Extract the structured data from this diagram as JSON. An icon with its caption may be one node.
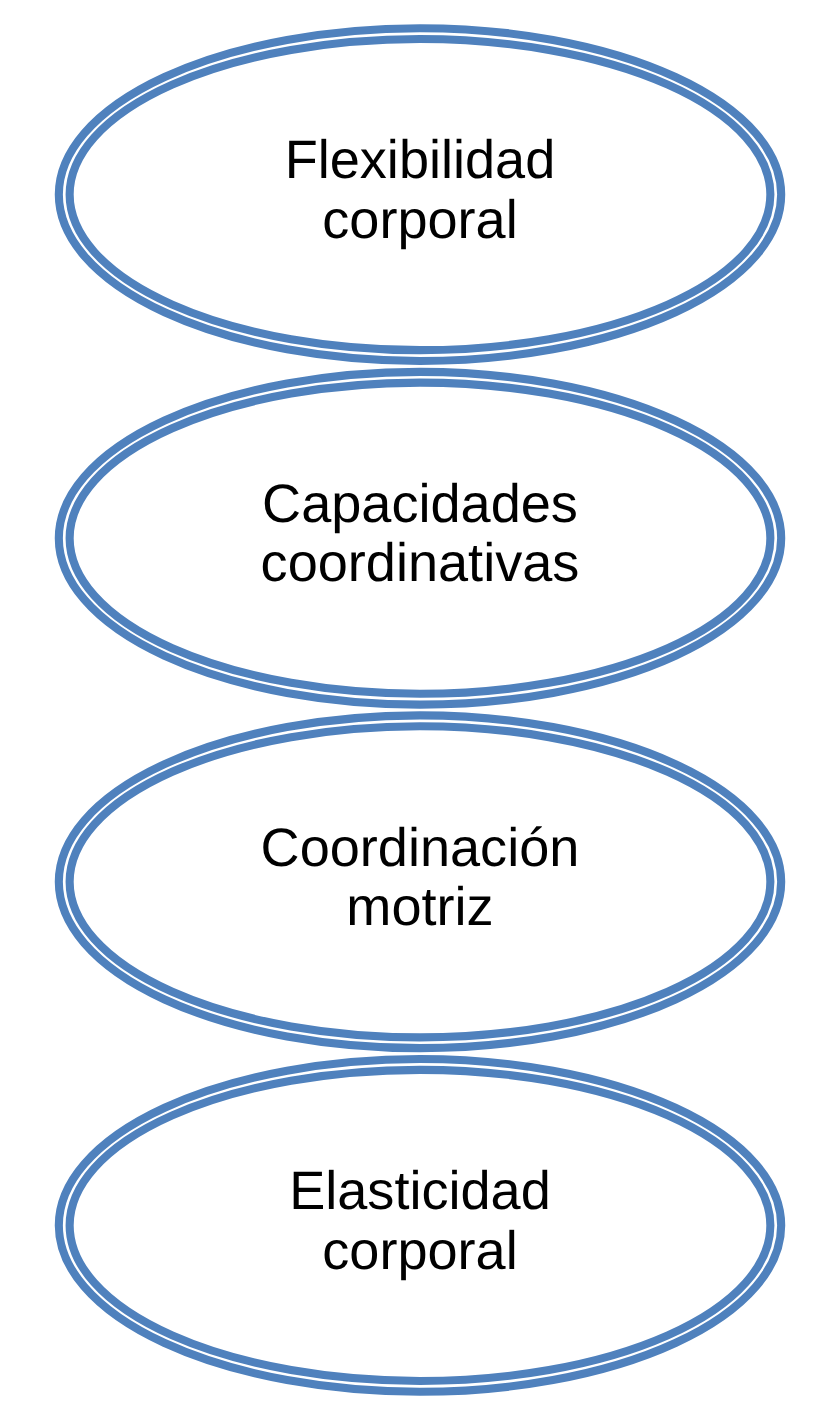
{
  "diagram": {
    "nodes": [
      {
        "text": [
          "Elasticidad corporal"
        ]
      },
      {
        "text": [
          "Coordinación motriz"
        ]
      },
      {
        "text": [
          "Capacidades coordinativas"
        ]
      },
      {
        "text": [
          "Flexibilidad corporal"
        ]
      }
    ]
  }
}
